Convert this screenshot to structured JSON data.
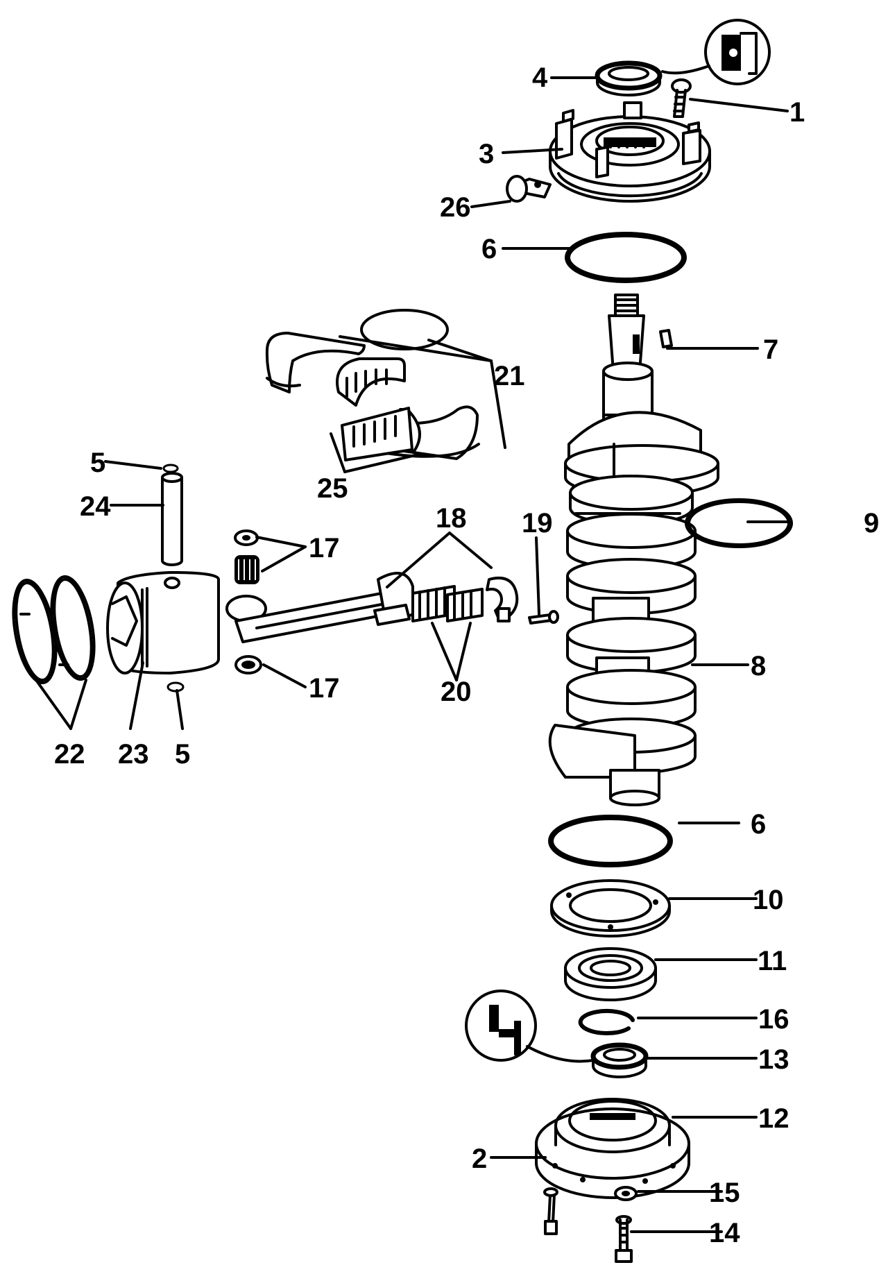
{
  "callouts": {
    "c1": "1",
    "c2": "2",
    "c3": "3",
    "c4": "4",
    "c5a": "5",
    "c5b": "5",
    "c6a": "6",
    "c6b": "6",
    "c7": "7",
    "c8": "8",
    "c9": "9",
    "c10": "10",
    "c11": "11",
    "c12": "12",
    "c13": "13",
    "c14": "14",
    "c15": "15",
    "c16": "16",
    "c17a": "17",
    "c17b": "17",
    "c18": "18",
    "c19": "19",
    "c20": "20",
    "c21": "21",
    "c22": "22",
    "c23": "23",
    "c24": "24",
    "c25": "25",
    "c26": "26"
  }
}
